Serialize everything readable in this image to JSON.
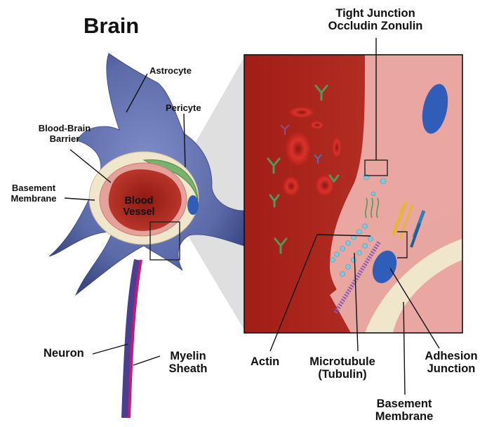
{
  "title": "Brain",
  "labels": {
    "astrocyte": "Astrocyte",
    "pericyte": "Pericyte",
    "bbb_line1": "Blood-Brain",
    "bbb_line2": "Barrier",
    "basement_left_line1": "Basement",
    "basement_left_line2": "Membrane",
    "blood_vessel_line1": "Blood",
    "blood_vessel_line2": "Vessel",
    "neuron": "Neuron",
    "myelin_line1": "Myelin",
    "myelin_line2": "Sheath",
    "tight_junction_line1": "Tight Junction",
    "tight_junction_line2": "Occludin Zonulin",
    "actin": "Actin",
    "microtubule_line1": "Microtubule",
    "microtubule_line2": "(Tubulin)",
    "adhesion_line1": "Adhesion",
    "adhesion_line2": "Junction",
    "basement_bottom_line1": "Basement",
    "basement_bottom_line2": "Membrane"
  },
  "colors": {
    "astrocyte": "#5b6aa8",
    "blood": "#b3241c",
    "vessel_wall": "#e4a29a",
    "basement": "#efe6cc",
    "pericyte": "#79b26c",
    "antibody": "#4f9a5a",
    "actin": "#7ec8e0",
    "microtubule": "#8a5bb5",
    "adhesion": "#e6b636",
    "nucleus": "#2f5db8",
    "myelin": "#c21b7a"
  }
}
